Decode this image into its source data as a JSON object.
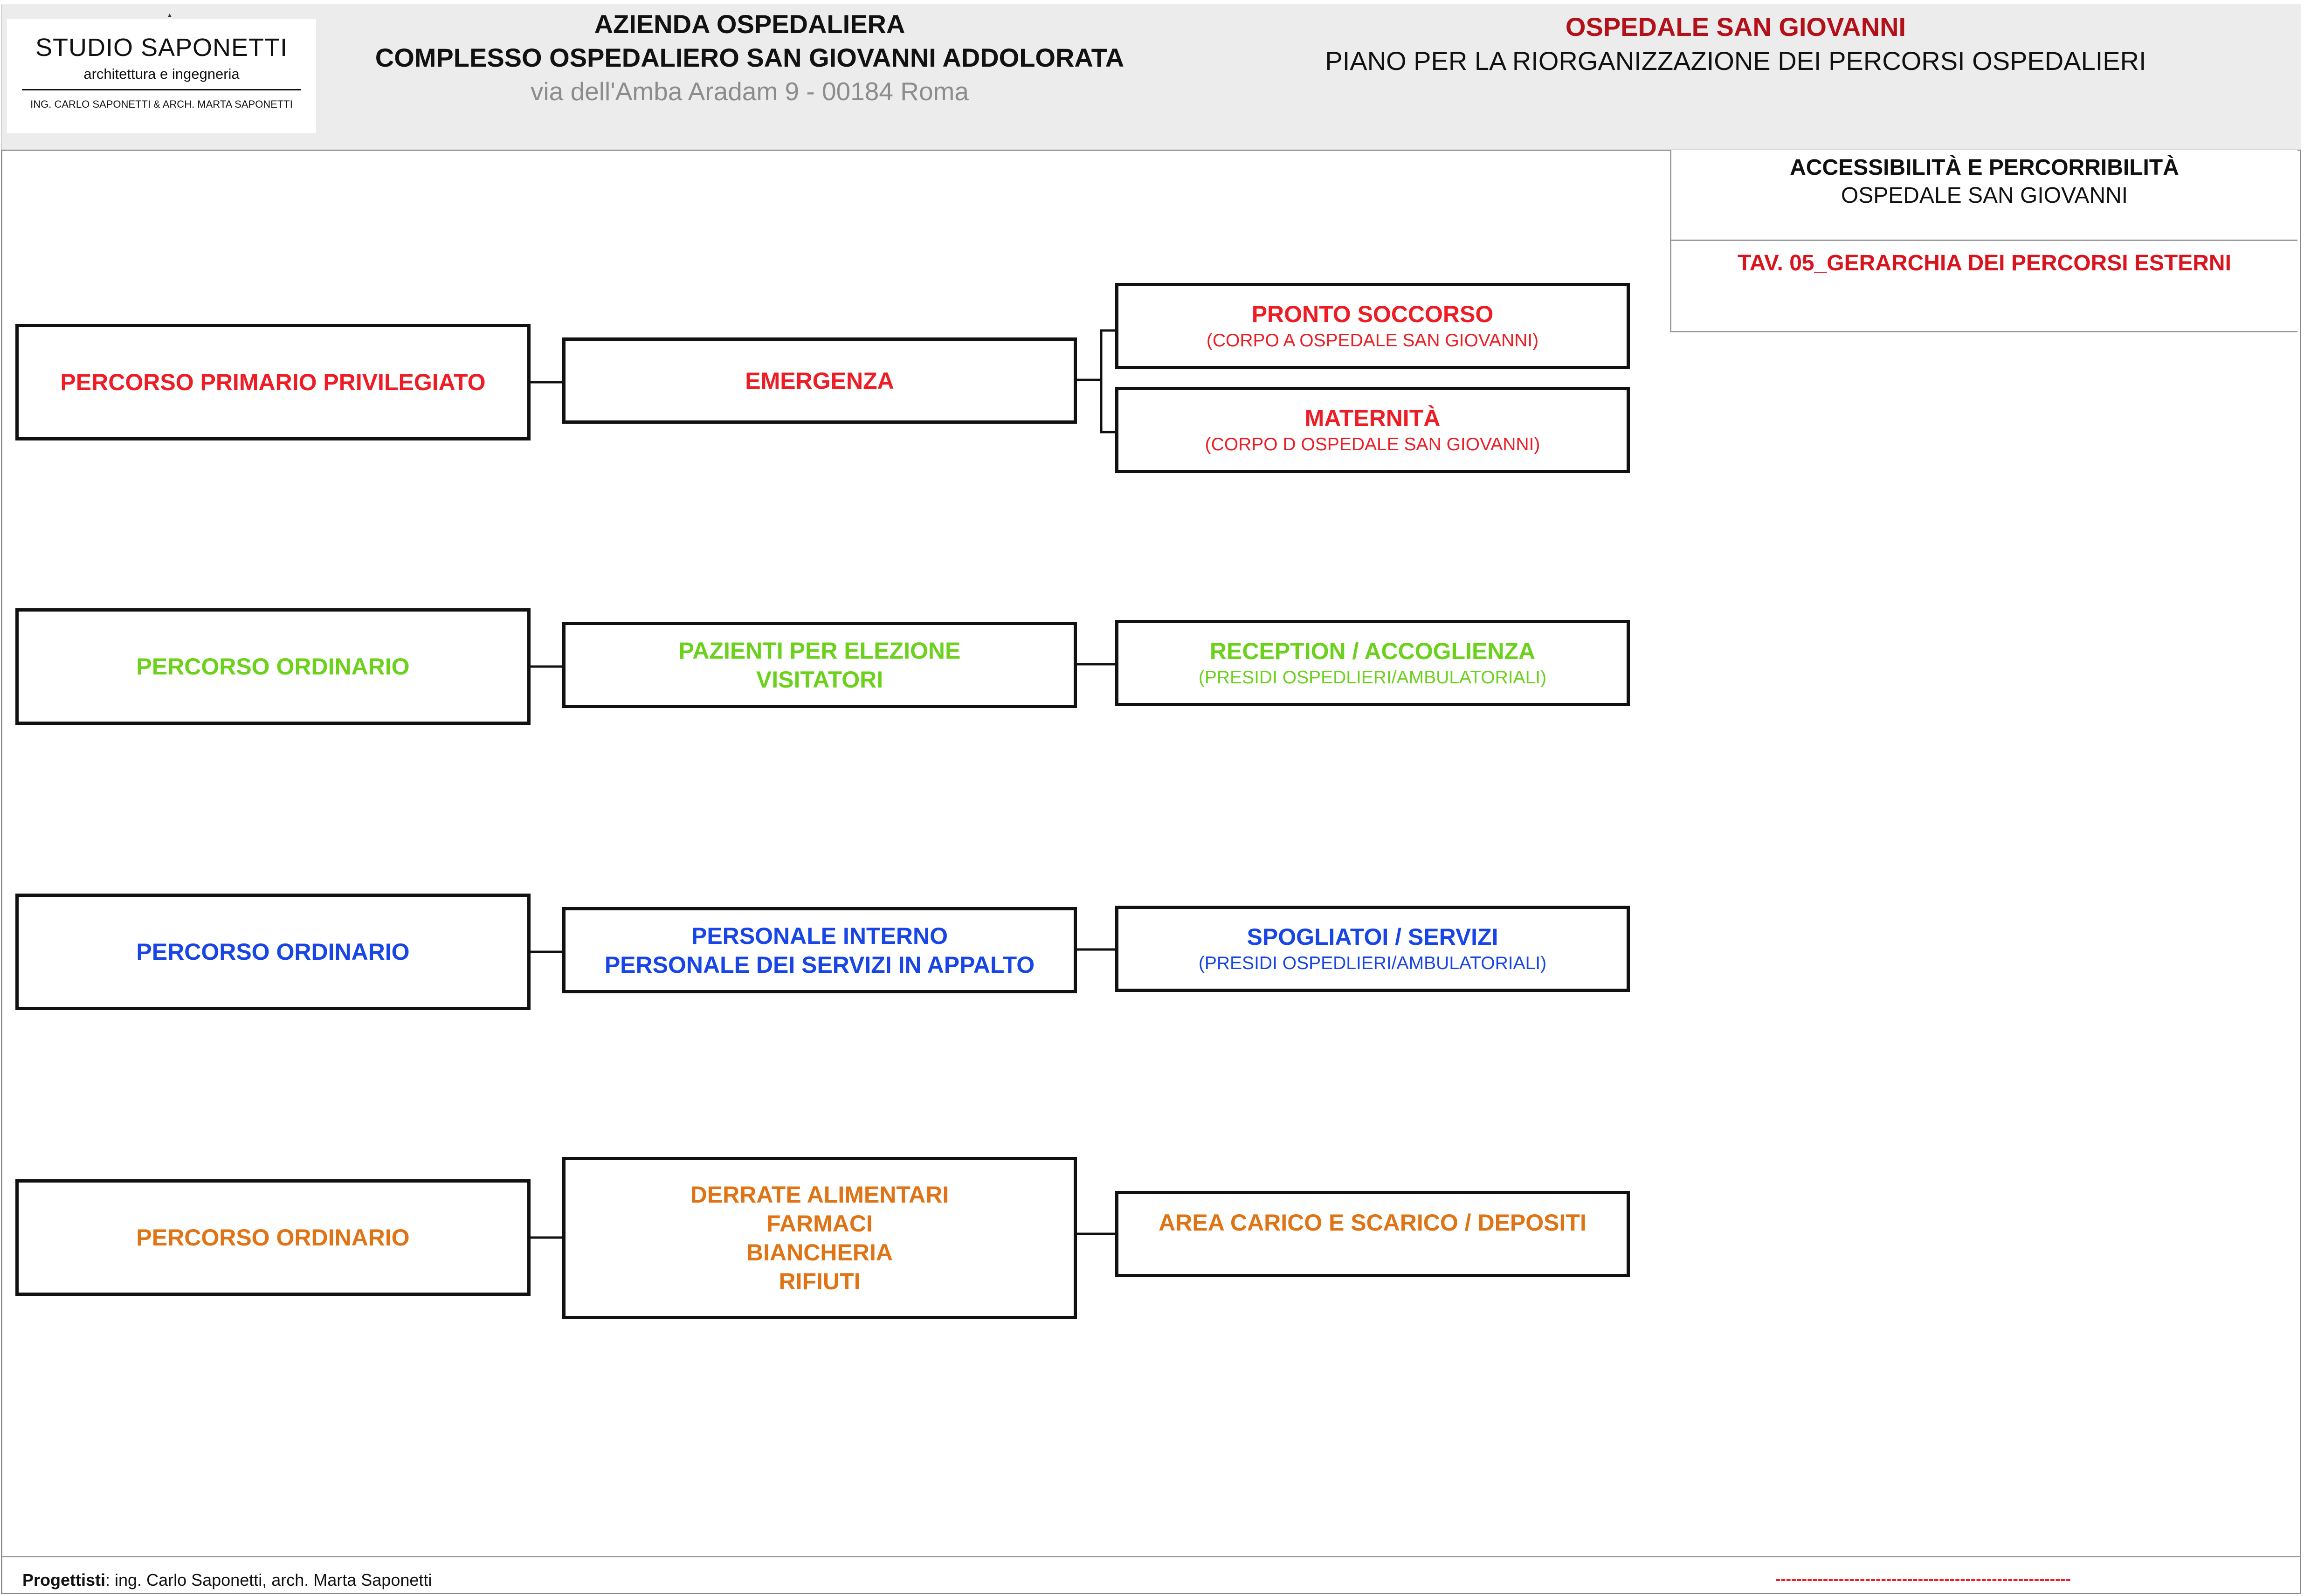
{
  "logo": {
    "name": "STUDIO SAPONETTI",
    "tagline": "architettura e ingegneria",
    "authors": "ING. CARLO SAPONETTI & ARCH. MARTA SAPONETTI"
  },
  "header": {
    "org_line1": "AZIENDA OSPEDALIERA",
    "org_line2": "COMPLESSO OSPEDALIERO SAN GIOVANNI ADDOLORATA",
    "address": "via dell'Amba Aradam 9 - 00184 Roma",
    "hospital": "OSPEDALE SAN GIOVANNI",
    "plan": "PIANO PER LA RIORGANIZZAZIONE DEI PERCORSI OSPEDALIERI"
  },
  "panel": {
    "title": "ACCESSIBILITÀ E PERCORRIBILITÀ",
    "subtitle": "OSPEDALE SAN GIOVANNI",
    "sheet": "TAV. 05_GERARCHIA DEI PERCORSI ESTERNI"
  },
  "rows": [
    {
      "color": "#ee1c25",
      "route": "PERCORSO PRIMARIO PRIVILEGIATO",
      "category_lines": [
        "EMERGENZA"
      ],
      "destinations": [
        {
          "title": "PRONTO SOCCORSO",
          "sub": "(CORPO A OSPEDALE SAN GIOVANNI)"
        },
        {
          "title": "MATERNITÀ",
          "sub": "(CORPO D OSPEDALE SAN GIOVANNI)"
        }
      ]
    },
    {
      "color": "#6bd11b",
      "route": "PERCORSO ORDINARIO",
      "category_lines": [
        "PAZIENTI PER ELEZIONE",
        "VISITATORI"
      ],
      "destinations": [
        {
          "title": "RECEPTION / ACCOGLIENZA",
          "sub": "(PRESIDI OSPEDLIERI/AMBULATORIALI)"
        }
      ]
    },
    {
      "color": "#1845e6",
      "route": "PERCORSO ORDINARIO",
      "category_lines": [
        "PERSONALE INTERNO",
        "PERSONALE DEI SERVIZI IN APPALTO"
      ],
      "destinations": [
        {
          "title": "SPOGLIATOI / SERVIZI",
          "sub": "(PRESIDI OSPEDLIERI/AMBULATORIALI)"
        }
      ]
    },
    {
      "color": "#e07314",
      "route": "PERCORSO ORDINARIO",
      "category_lines": [
        "DERRATE ALIMENTARI",
        "FARMACI",
        "BIANCHERIA",
        "RIFIUTI"
      ],
      "destinations": [
        {
          "title": "AREA CARICO E SCARICO / DEPOSITI",
          "sub": ""
        }
      ]
    }
  ],
  "footer": {
    "label": "Progettisti",
    "names": ": ing. Carlo Saponetti, arch. Marta Saponetti",
    "dashes": "--------------------------------------------------------"
  }
}
